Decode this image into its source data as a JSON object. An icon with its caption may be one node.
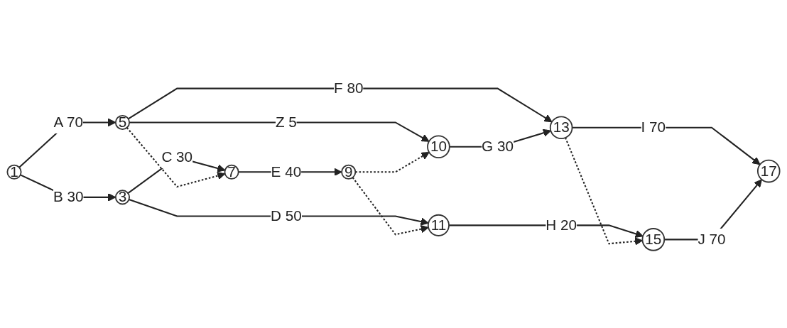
{
  "diagram": {
    "nodes": [
      {
        "text": [
          "1"
        ]
      },
      {
        "text": [
          "3"
        ]
      },
      {
        "text": [
          "5"
        ]
      },
      {
        "text": [
          "7"
        ]
      },
      {
        "text": [
          "9"
        ]
      },
      {
        "text": [
          "10"
        ]
      },
      {
        "text": [
          "11"
        ]
      },
      {
        "text": [
          "13"
        ]
      },
      {
        "text": [
          "15"
        ]
      },
      {
        "text": [
          "17"
        ]
      }
    ],
    "edges": [
      {
        "from": 0,
        "to": 2,
        "arrow": "to",
        "label": "A 70"
      },
      {
        "from": 0,
        "to": 1,
        "arrow": "to",
        "label": "B 30"
      },
      {
        "from": 1,
        "to": 3,
        "arrow": "to",
        "label": "C 30"
      },
      {
        "from": 1,
        "to": 6,
        "arrow": "to",
        "label": "D 50"
      },
      {
        "from": 2,
        "to": 3,
        "arrow": "to",
        "style": "dashed"
      },
      {
        "from": 2,
        "to": 7,
        "arrow": "to",
        "label": "F 80"
      },
      {
        "from": 2,
        "to": 5,
        "arrow": "to",
        "label": "Z 5"
      },
      {
        "from": 3,
        "to": 4,
        "arrow": "to",
        "label": "E 40"
      },
      {
        "from": 4,
        "to": 5,
        "arrow": "to",
        "style": "dashed"
      },
      {
        "from": 4,
        "to": 6,
        "arrow": "to",
        "style": "dashed"
      },
      {
        "from": 5,
        "to": 7,
        "arrow": "to",
        "label": "G 30"
      },
      {
        "from": 6,
        "to": 8,
        "arrow": "to",
        "label": "H 20"
      },
      {
        "from": 7,
        "to": 8,
        "arrow": "to",
        "style": "dashed"
      },
      {
        "from": 7,
        "to": 9,
        "arrow": "to",
        "label": "I 70"
      },
      {
        "from": 8,
        "to": 9,
        "arrow": "to",
        "label": "J 70"
      }
    ]
  }
}
